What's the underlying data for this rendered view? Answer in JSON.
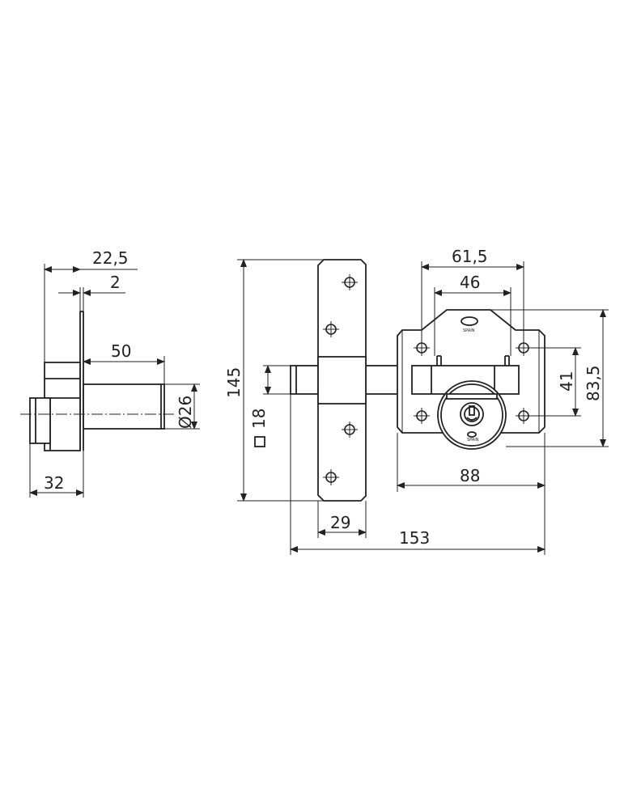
{
  "dimensions": {
    "side_total_depth": "22,5",
    "plate_thickness": "2",
    "cylinder_length": "50",
    "cylinder_diameter": "Ø26",
    "side_width": "32",
    "overall_height": "145",
    "bolt_square": "18",
    "keeper_width": "29",
    "overall_length": "153",
    "hole_spacing_outer": "61,5",
    "hole_spacing_inner": "46",
    "hole_spacing_vertical": "41",
    "case_height": "83,5",
    "case_width": "88"
  },
  "logo": {
    "text": "SPAIN"
  }
}
